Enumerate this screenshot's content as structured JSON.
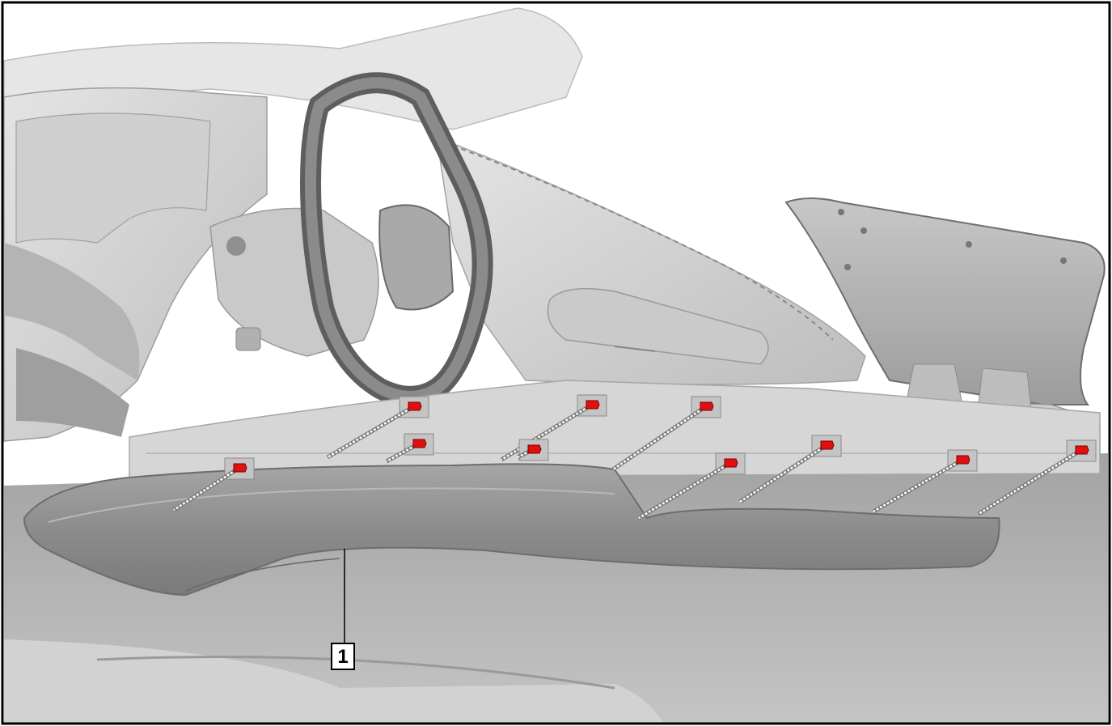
{
  "figure": {
    "callouts": [
      {
        "id": "callout-1",
        "label": "1"
      }
    ],
    "colors": {
      "background": "#ffffff",
      "frame": "#000000",
      "body_light": "#d9d9d9",
      "body_mid": "#b8b8b8",
      "body_dark": "#8e8e8e",
      "trim_panel": "#9a9a9a",
      "retainer_clip": "#e01010",
      "fastener_line": "#ffffff"
    },
    "icons": [
      "steering-wheel",
      "retainer-clip",
      "callout-box"
    ]
  }
}
